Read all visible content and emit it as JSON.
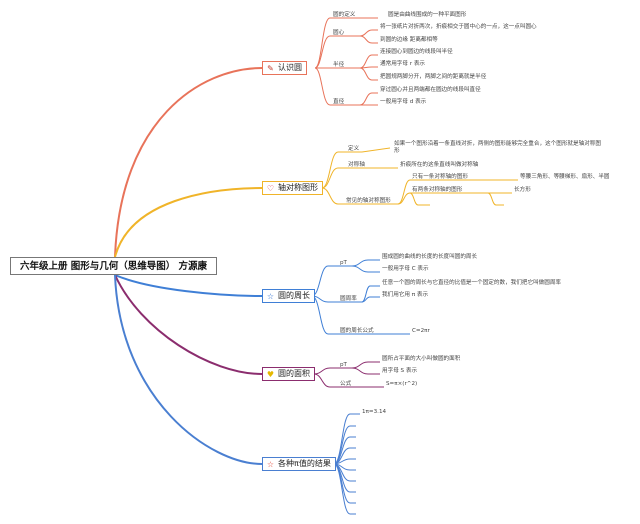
{
  "central": "六年级上册 图形与几何（思维导图） 方源康",
  "colors": {
    "b1": "#e8735a",
    "b2": "#f0b429",
    "b3": "#3f7fd6",
    "b4": "#8b2d6e",
    "b5": "#4a7fd1"
  },
  "branches": {
    "b1": {
      "label": "认识圆",
      "icon": "compass-icon",
      "n1": "圆的定义",
      "n1a": "圆是由曲线围成的一种平面图形",
      "n2": "圆心",
      "n2a": "将一张纸片对折两次，折痕相交于圆中心的一点，这一点叫圆心",
      "n2b": "到圆的边缘 距离都相等",
      "n3": "半径",
      "n3a": "连接圆心到圆边的线段叫半径",
      "n3b": "通常用字母 r 表示",
      "n3c": "把圆规两脚分开，两脚之间的距离就是半径",
      "n4": "直径",
      "n4a": "穿过圆心并且两端都在圆边的线段叫直径",
      "n4b": "一般用字母 d 表示"
    },
    "b2": {
      "label": "轴对称图形",
      "icon": "heart-icon",
      "n1": "定义",
      "n1a": "如果一个图形沿着一条直线对折，两侧的图形能够完全重合，这个图形就是轴对称图形",
      "n2": "对称轴",
      "n2a": "折痕所在的这条直线叫做对称轴",
      "n3": "常见的轴对称图形",
      "n3a": "只有一条对称轴的图形",
      "n3a1": "等腰三角形、等腰梯形、扇形、半圆",
      "n3b": "有两条对称轴的图形",
      "n3b1": "长方形"
    },
    "b3": {
      "label": "圆的周长",
      "icon": "star-icon",
      "n1": "pT",
      "n1a": "围成圆的曲线的长度的长度叫圆的周长",
      "n1b": "一般用字母 C 表示",
      "n2": "圆周率",
      "n2a": "任意一个圆的周长与它直径的比值是一个固定的数，我们把它叫做圆周率",
      "n2b": "我们用它用 π 表示",
      "n3": "圆的周长公式",
      "n3a": "C=2πr"
    },
    "b4": {
      "label": "圆的面积",
      "icon": "heart-icon",
      "n1": "pT",
      "n1a": "圆所占平面的大小叫做圆的面积",
      "n1b": "用字母 S 表示",
      "n2": "公式",
      "n2a": "S=π×(r^2)"
    },
    "b5": {
      "label": "各种π值的结果",
      "icon": "star-icon",
      "n1": "1π=3.14"
    }
  }
}
